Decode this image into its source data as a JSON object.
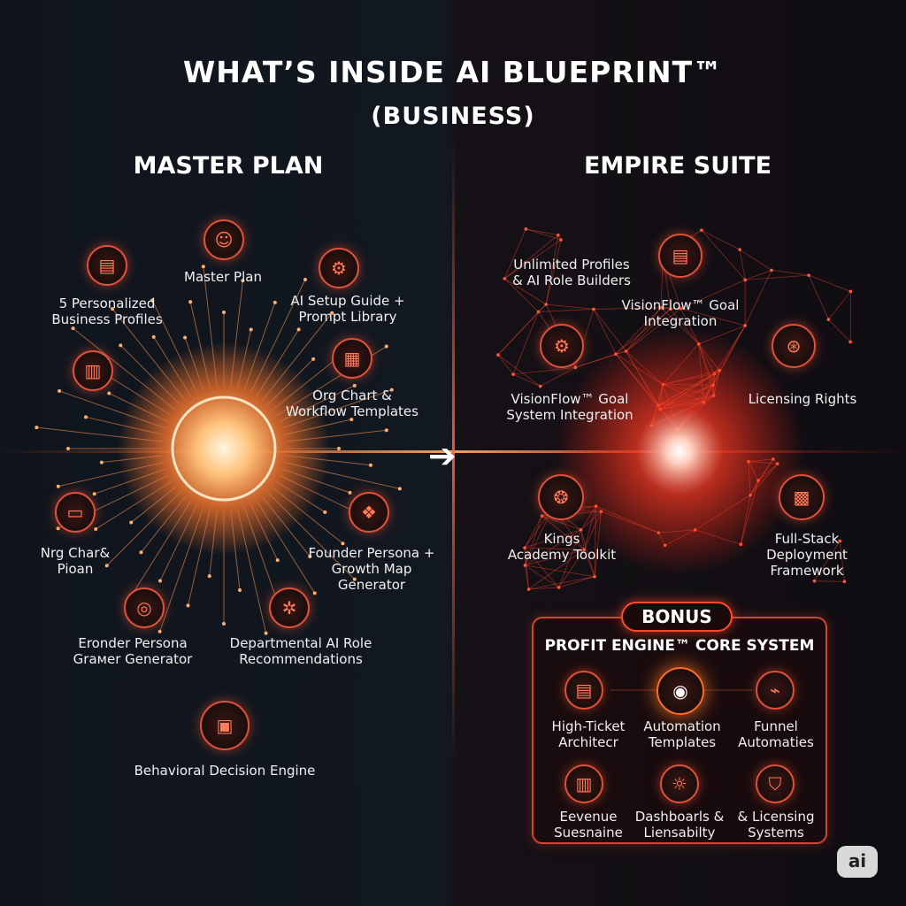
{
  "title_line1": "WHAT’S INSIDE AI BLUEPRINT™",
  "title_line2": "(BUSINESS)",
  "left_section": {
    "heading": "MASTER PLAN",
    "items": [
      {
        "lines": [
          "Master Plan"
        ],
        "icon": "user-icon",
        "glyph": "☺"
      },
      {
        "lines": [
          "5 Personalized",
          "Business Profiles"
        ],
        "icon": "profile-card-icon",
        "glyph": "▤"
      },
      {
        "lines": [
          "AI Setup Guide +",
          "Prompt Library"
        ],
        "icon": "gears-icon",
        "glyph": "⚙"
      },
      {
        "lines": [
          "Org Chart &",
          "Workflow Templates"
        ],
        "icon": "document-icon",
        "glyph": "▦"
      },
      {
        "lines": [],
        "icon": "chart-icon",
        "glyph": "▥"
      },
      {
        "lines": [
          "Nrg Char&",
          "Pioan"
        ],
        "icon": "monitor-icon",
        "glyph": "▭"
      },
      {
        "lines": [
          "Founder Persona +",
          "Growth Map",
          "Generator"
        ],
        "icon": "network-icon",
        "glyph": "❖"
      },
      {
        "lines": [
          "Eronder Persona",
          "Graмer Generator"
        ],
        "icon": "target-icon",
        "glyph": "◎"
      },
      {
        "lines": [
          "Departmental AI Role",
          "Recommendations"
        ],
        "icon": "gear-icon",
        "glyph": "✲"
      },
      {
        "lines": [
          "Behavioral Decision Engine"
        ],
        "icon": "analytics-screen-icon",
        "glyph": "▣"
      }
    ]
  },
  "arrow_glyph": "➔",
  "right_section": {
    "heading": "EMPIRE SUITE",
    "items": [
      {
        "lines": [
          "Unlimited Profiles",
          "& AI Role Builders"
        ],
        "icon": "",
        "glyph": ""
      },
      {
        "lines": [
          "VisionFlow™ Goal",
          "Integration"
        ],
        "icon": "blueprint-icon",
        "glyph": "▤"
      },
      {
        "lines": [
          "VisionFlow™ Goal",
          "System Integration"
        ],
        "icon": "gears-icon",
        "glyph": "⚙"
      },
      {
        "lines": [
          "Licensing Rights"
        ],
        "icon": "seal-icon",
        "glyph": "⊛"
      },
      {
        "lines": [
          "Kings",
          "Academy Toolkit"
        ],
        "icon": "people-circle-icon",
        "glyph": "❂"
      },
      {
        "lines": [
          "Full-Stack",
          "Deployment",
          "Framework"
        ],
        "icon": "toolbox-icon",
        "glyph": "▩"
      }
    ]
  },
  "bonus": {
    "pill": "BONUS",
    "title": "PROFIT ENGINE™ CORE SYSTEM",
    "items": [
      {
        "lines": [
          "High-Ticket",
          "Architecr"
        ],
        "icon": "blueprint-icon",
        "glyph": "▤"
      },
      {
        "lines": [
          "Automation",
          "Templates"
        ],
        "icon": "flame-target-icon",
        "glyph": "◉"
      },
      {
        "lines": [
          "Funnel",
          "Automaties"
        ],
        "icon": "funnel-chart-icon",
        "glyph": "⌁"
      },
      {
        "lines": [
          "Eevenue",
          "Suesnaine"
        ],
        "icon": "bar-chart-icon",
        "glyph": "▥"
      },
      {
        "lines": [
          "Dashboarls &",
          "Liensabilty"
        ],
        "icon": "dashboard-icon",
        "glyph": "☼"
      },
      {
        "lines": [
          "& Licensing",
          "Systems"
        ],
        "icon": "shield-icon",
        "glyph": "⛉"
      }
    ]
  },
  "badge": "ai",
  "colors": {
    "accent": "#ff5a3c",
    "orange_glow": "#ffb070",
    "red_glow": "#ff3020",
    "bg_left": "#10151d",
    "bg_right": "#100d12"
  }
}
